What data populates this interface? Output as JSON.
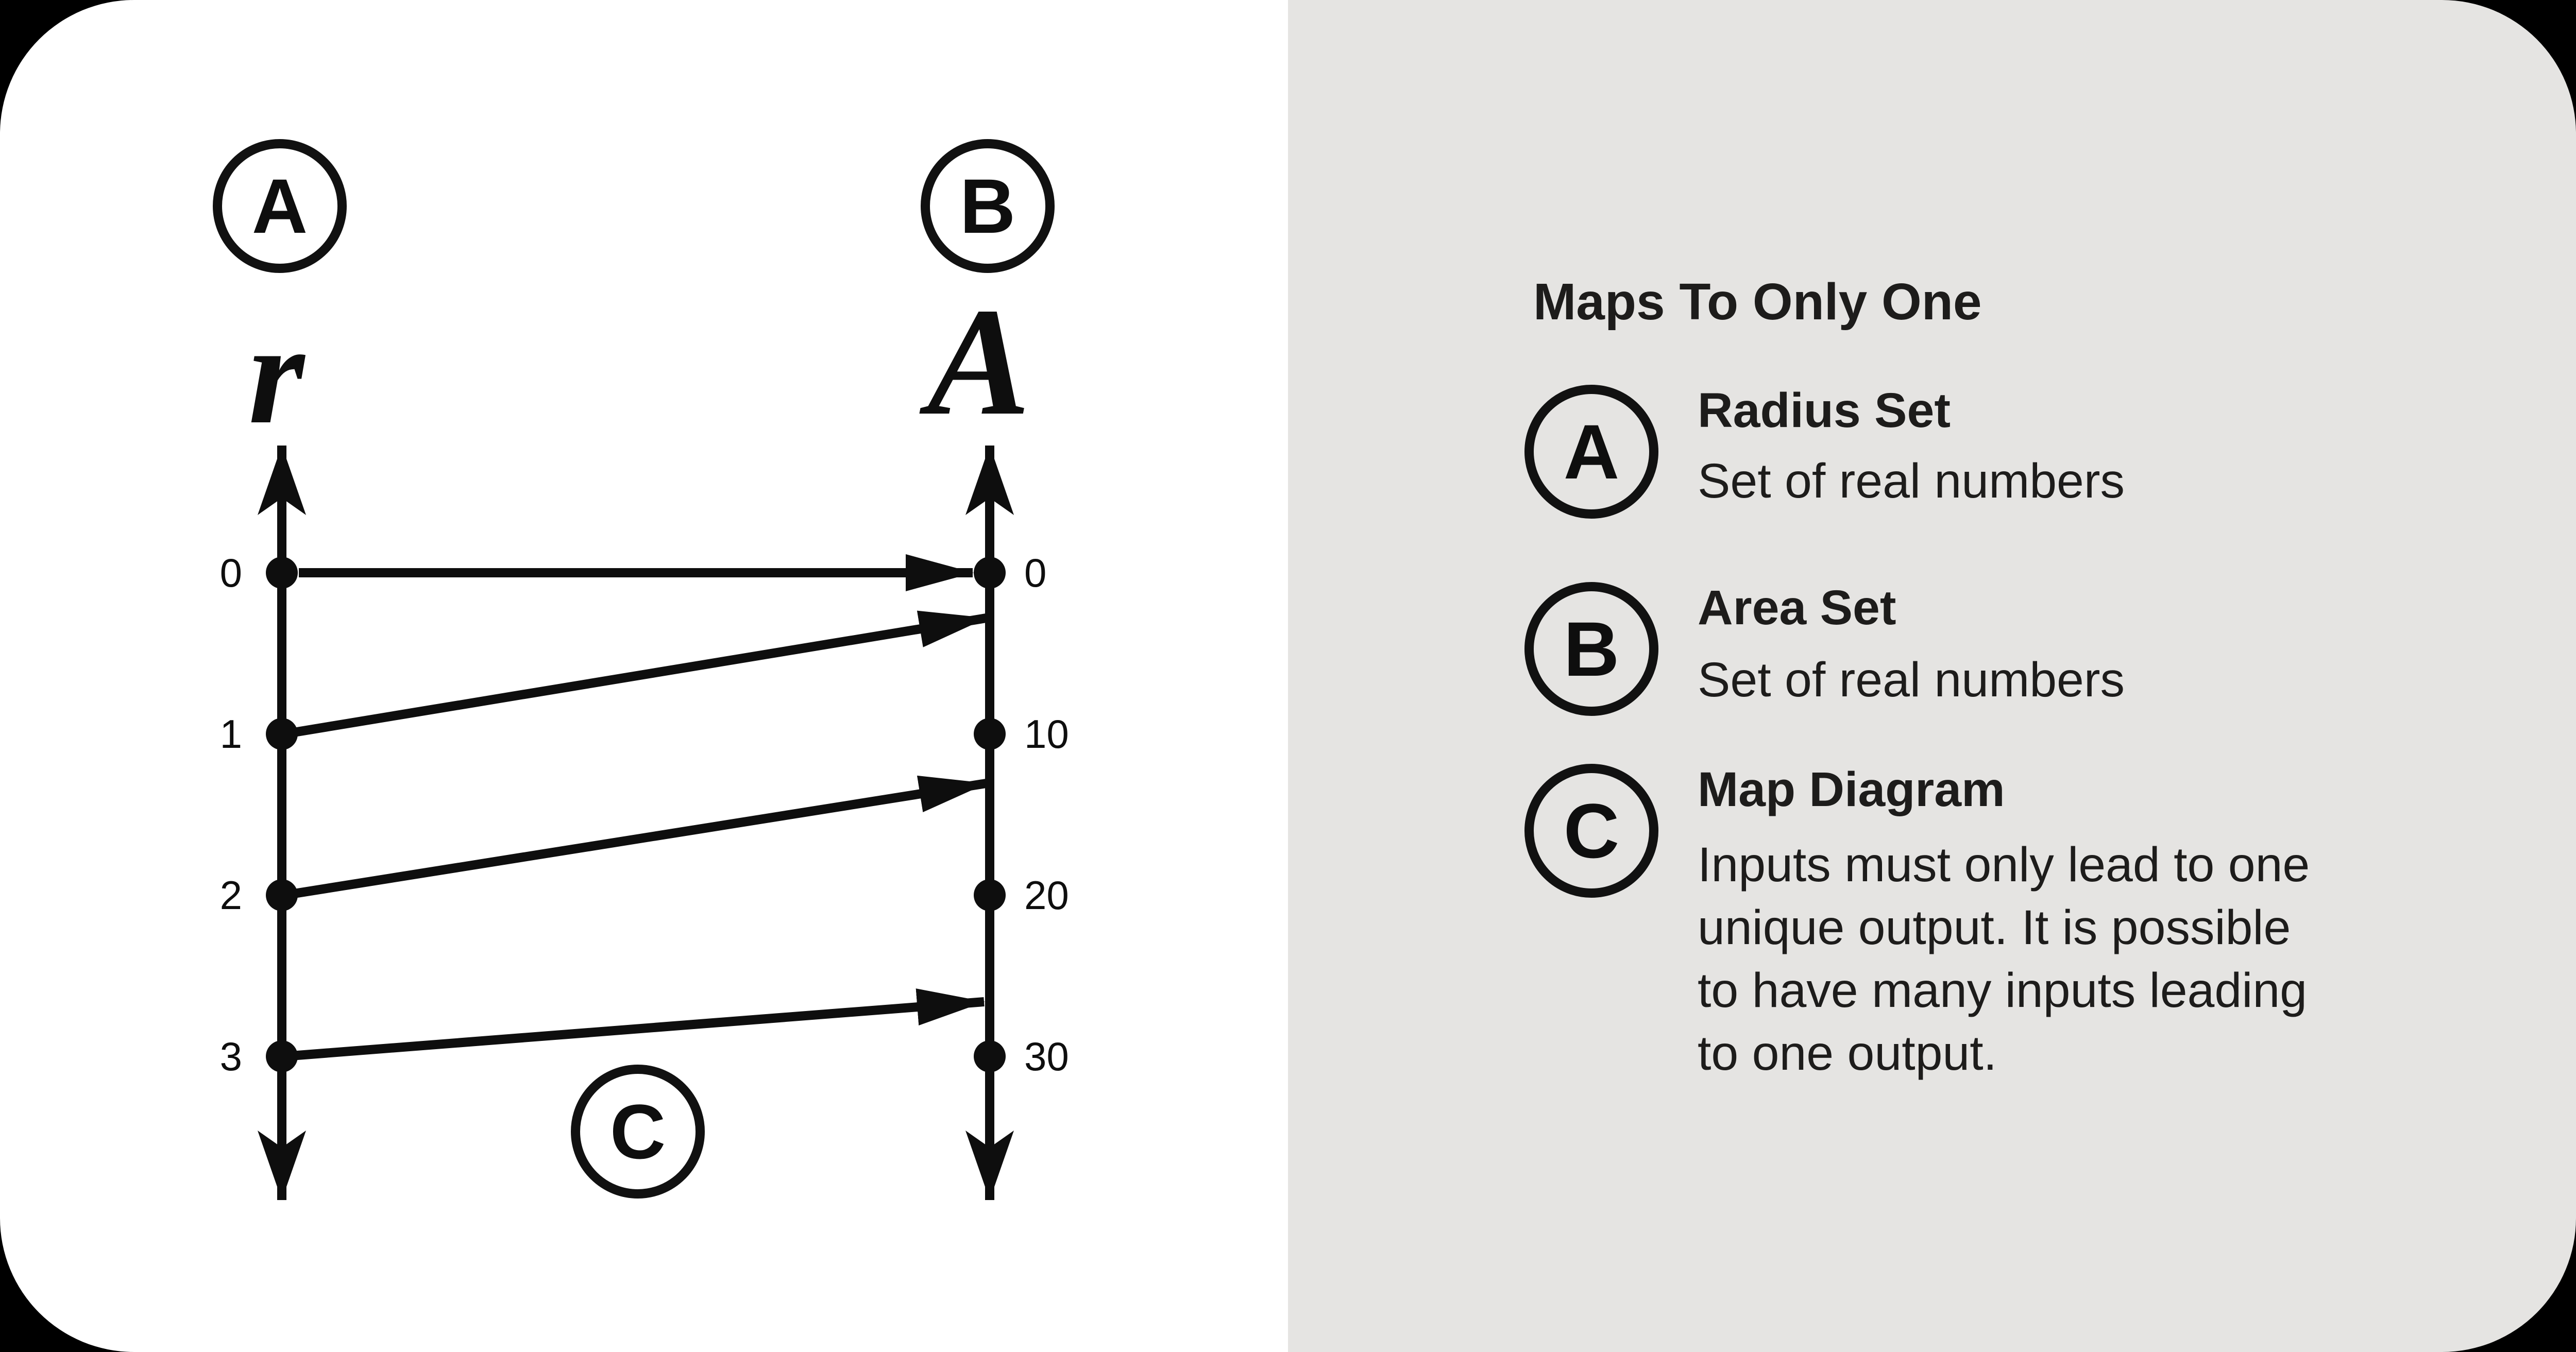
{
  "diagram": {
    "set_badges": {
      "a": "A",
      "b": "B",
      "c": "C"
    },
    "left_axis_label": "r",
    "right_axis_label": "A",
    "left_ticks": [
      "0",
      "1",
      "2",
      "3"
    ],
    "right_ticks": [
      "0",
      "10",
      "20",
      "30"
    ],
    "mappings": [
      {
        "from": "0",
        "to": "0"
      },
      {
        "from": "1",
        "to": "10"
      },
      {
        "from": "2",
        "to": "20"
      },
      {
        "from": "3",
        "to": "30"
      }
    ],
    "ink_color": "#0e0e0e"
  },
  "panel": {
    "background_color": "#e5e4e2",
    "heading": "Maps To Only One",
    "items": [
      {
        "badge": "A",
        "title": "Radius Set",
        "description": "Set of real numbers"
      },
      {
        "badge": "B",
        "title": "Area Set",
        "description": "Set of real numbers"
      },
      {
        "badge": "C",
        "title": "Map Diagram",
        "description_lines": [
          "Inputs must only lead to one",
          "unique output. It is possible",
          "to have many inputs leading",
          "to one output."
        ]
      }
    ]
  }
}
